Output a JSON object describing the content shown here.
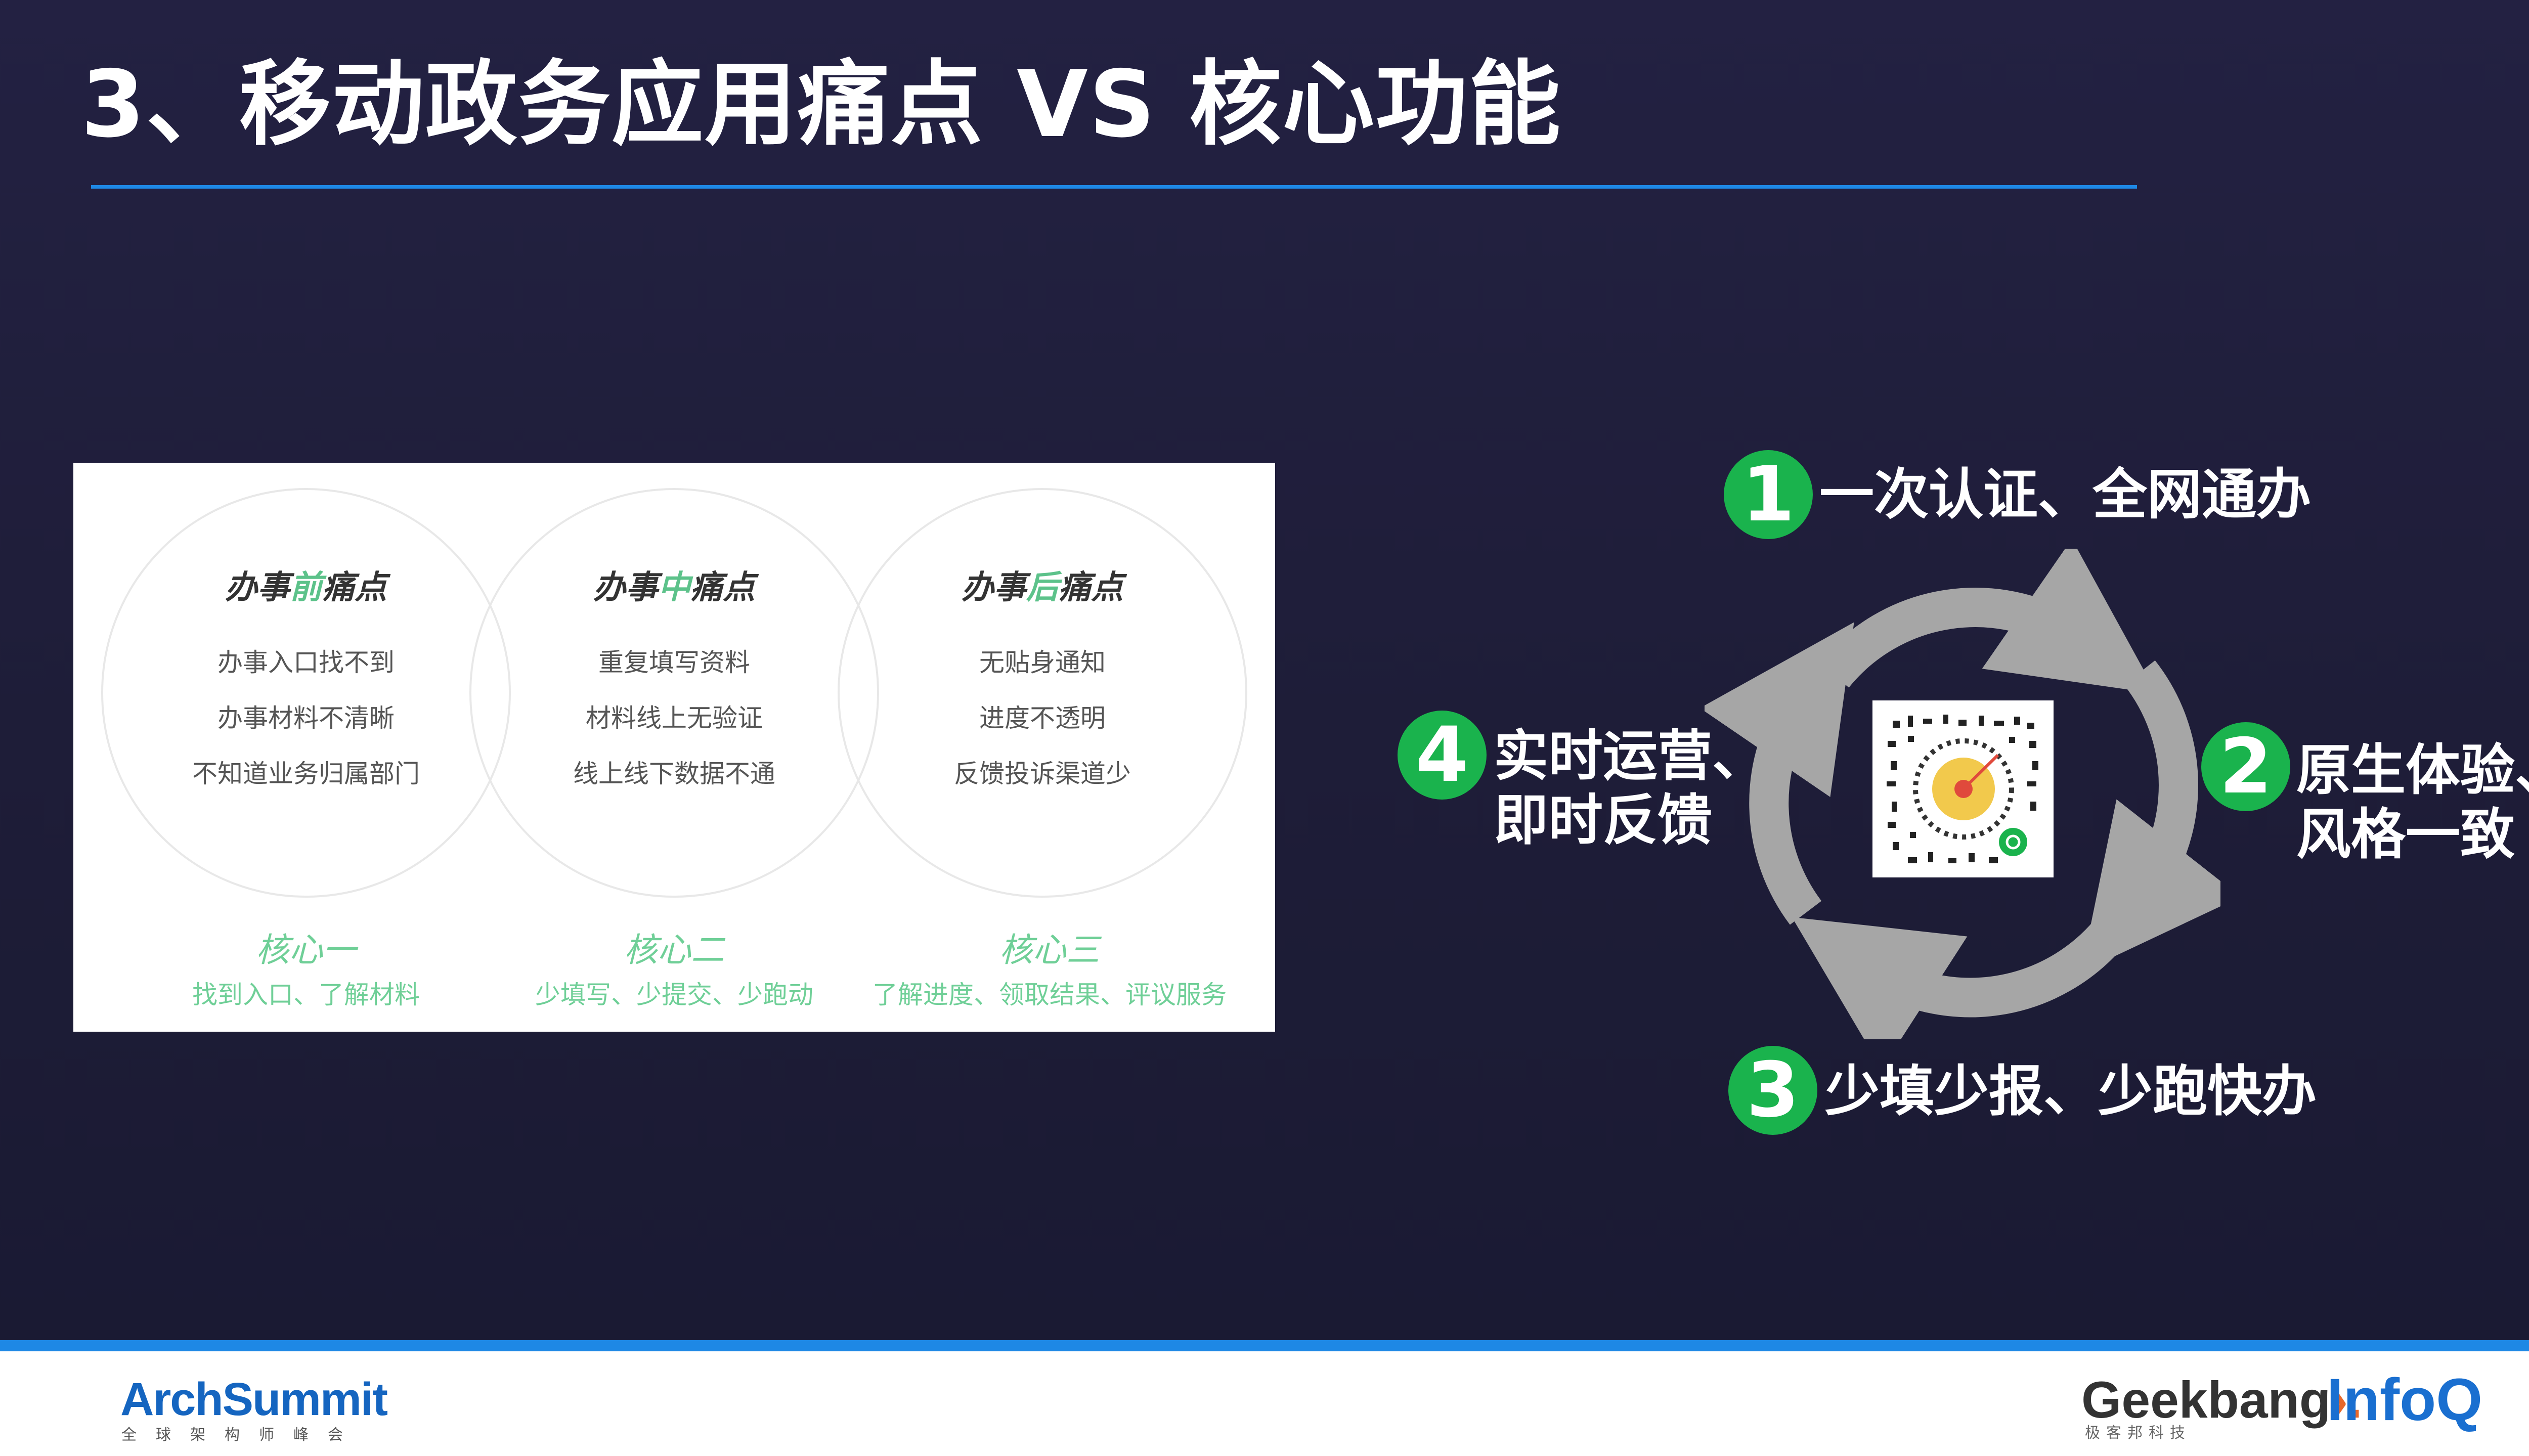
{
  "title": "3、移动政务应用痛点 VS 核心功能",
  "pain_points": [
    {
      "title_pre": "办事",
      "title_hl": "前",
      "title_post": "痛点",
      "items": [
        "办事入口找不到",
        "办事材料不清晰",
        "不知道业务归属部门"
      ],
      "core_title": "核心一",
      "core_sub": "找到入口、了解材料"
    },
    {
      "title_pre": "办事",
      "title_hl": "中",
      "title_post": "痛点",
      "items": [
        "重复填写资料",
        "材料线上无验证",
        "线上线下数据不通"
      ],
      "core_title": "核心二",
      "core_sub": "少填写、少提交、少跑动"
    },
    {
      "title_pre": "办事",
      "title_hl": "后",
      "title_post": "痛点",
      "items": [
        "无贴身通知",
        "进度不透明",
        "反馈投诉渠道少"
      ],
      "core_title": "核心三",
      "core_sub": "了解进度、领取结果、评议服务"
    }
  ],
  "features": [
    {
      "num": "1",
      "lines": [
        "一次认证、全网通办"
      ]
    },
    {
      "num": "2",
      "lines": [
        "原生体验、",
        "风格一致"
      ]
    },
    {
      "num": "3",
      "lines": [
        "少填少报、少跑快办"
      ]
    },
    {
      "num": "4",
      "lines": [
        "实时运营、",
        "即时反馈"
      ]
    }
  ],
  "footer": {
    "left_logo": "ArchSummit",
    "left_logo_sub": "全球架构师峰会",
    "right_logo_1": "Geekbang",
    "right_logo_1_sub": "极客邦科技",
    "right_logo_2": "InfoQ"
  },
  "colors": {
    "background": "#1f1e3a",
    "accent_blue": "#1e88e5",
    "badge_green": "#1ab34d",
    "pain_highlight": "#5cc28a",
    "arrow_gray": "#a6a6a6"
  },
  "icons": [
    "qr-code-icon",
    "cycle-arrow-icon"
  ]
}
